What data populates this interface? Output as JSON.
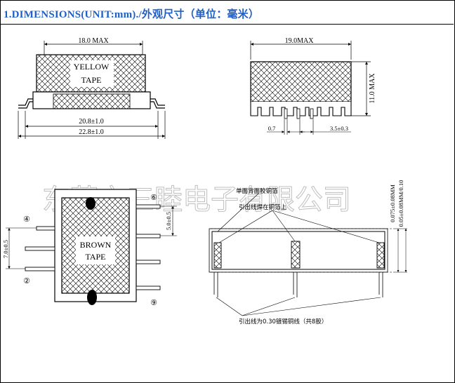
{
  "heading": "1.DIMENSIONS(UNIT:mm)./外观尺寸（单位：毫米）",
  "watermark": "东莞市三睦电子有限公司",
  "front_view": {
    "top_dim": "18.0 MAX",
    "label_line1": "YELLOW",
    "label_line2": "TAPE",
    "dim_inner": "20.8±1.0",
    "dim_outer": "22.8±1.0"
  },
  "side_view": {
    "top_dim": "19.0MAX",
    "height_dim": "11.0 MAX",
    "pin_width": "0.7",
    "pin_pitch": "3.5±0.3"
  },
  "top_view": {
    "label_line1": "BROWN",
    "label_line2": "TAPE",
    "pin_6": "⑥",
    "pin_4": "④",
    "pin_2": "②",
    "pin_9": "⑨",
    "dim_right": "5.0±0.5",
    "dim_left": "7.0±0.5"
  },
  "section_view": {
    "note_foil": "单面背面胶铜箔",
    "note_lead_solder": "引出线焊在铜箔上",
    "dim_thickness_1": "0.075±0.08MM",
    "dim_thickness_2": "0.05±0.08MM/0.10",
    "note_wire": "引出线为0.30镀锡铜线（共8股）"
  },
  "colors": {
    "heading": "#1f5fc8",
    "watermark": "#bfbfbf"
  }
}
